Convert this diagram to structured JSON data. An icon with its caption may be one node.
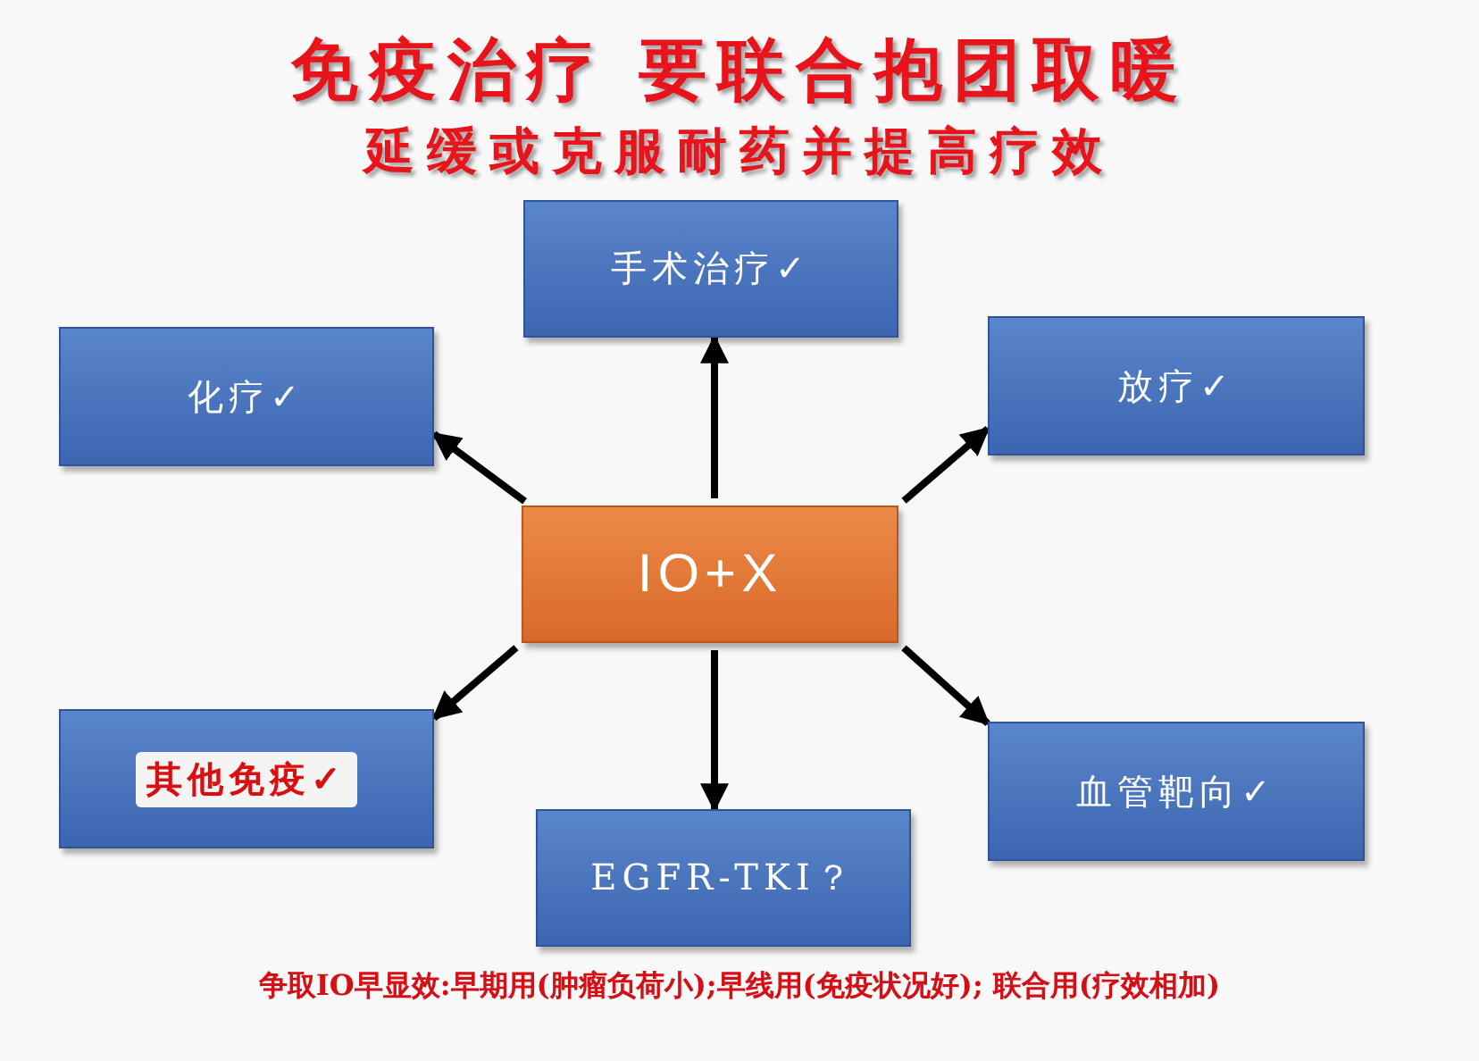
{
  "diagram": {
    "title": "免疫治疗 要联合抱团取暖",
    "caption": "争取IO早显效:早期用(肿瘤负荷小);早线用(免疫状况好); 联合用(疗效相加)",
    "labels": [
      "延缓或克服耐药并提高疗效"
    ],
    "nodes": [
      {
        "text": [
          "IO+X"
        ]
      },
      {
        "text": [
          "手术治疗✓"
        ]
      },
      {
        "text": [
          "化疗✓"
        ]
      },
      {
        "text": [
          "放疗✓"
        ]
      },
      {
        "text": [
          "其他免疫✓"
        ]
      },
      {
        "text": [
          "EGFR-TKI？"
        ]
      },
      {
        "text": [
          "血管靶向✓"
        ]
      }
    ],
    "edges": [
      {
        "from": 0,
        "to": 1,
        "arrow": "to"
      },
      {
        "from": 0,
        "to": 2,
        "arrow": "to"
      },
      {
        "from": 0,
        "to": 3,
        "arrow": "to"
      },
      {
        "from": 0,
        "to": 4,
        "arrow": "to"
      },
      {
        "from": 0,
        "to": 5,
        "arrow": "to"
      },
      {
        "from": 0,
        "to": 6,
        "arrow": "to"
      }
    ]
  }
}
